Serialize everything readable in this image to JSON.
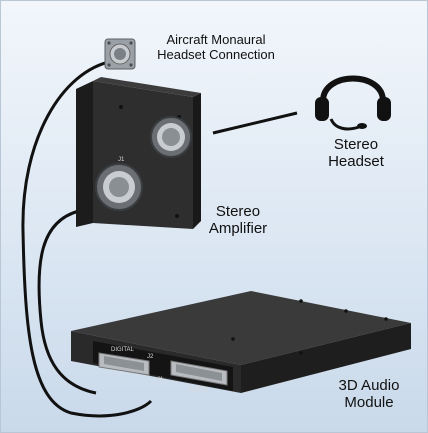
{
  "labels": {
    "connection": [
      "Aircraft Monaural",
      "Headset Connection"
    ],
    "headset": [
      "Stereo",
      "Headset"
    ],
    "amplifier": [
      "Stereo",
      "Amplifier"
    ],
    "module": [
      "3D Audio",
      "Module"
    ]
  },
  "panel_markings": {
    "digital": "DIGITAL",
    "j2": "J2",
    "j1": "J1",
    "audio": "AUDIO",
    "amp_j1": "J1"
  },
  "icons": [
    "headset-icon",
    "connector-icon",
    "cable"
  ],
  "colors": {
    "background_top": "#f2f6fb",
    "background_bottom": "#c9d9ea",
    "hardware": "#2b2b2b",
    "cable": "#111111"
  }
}
